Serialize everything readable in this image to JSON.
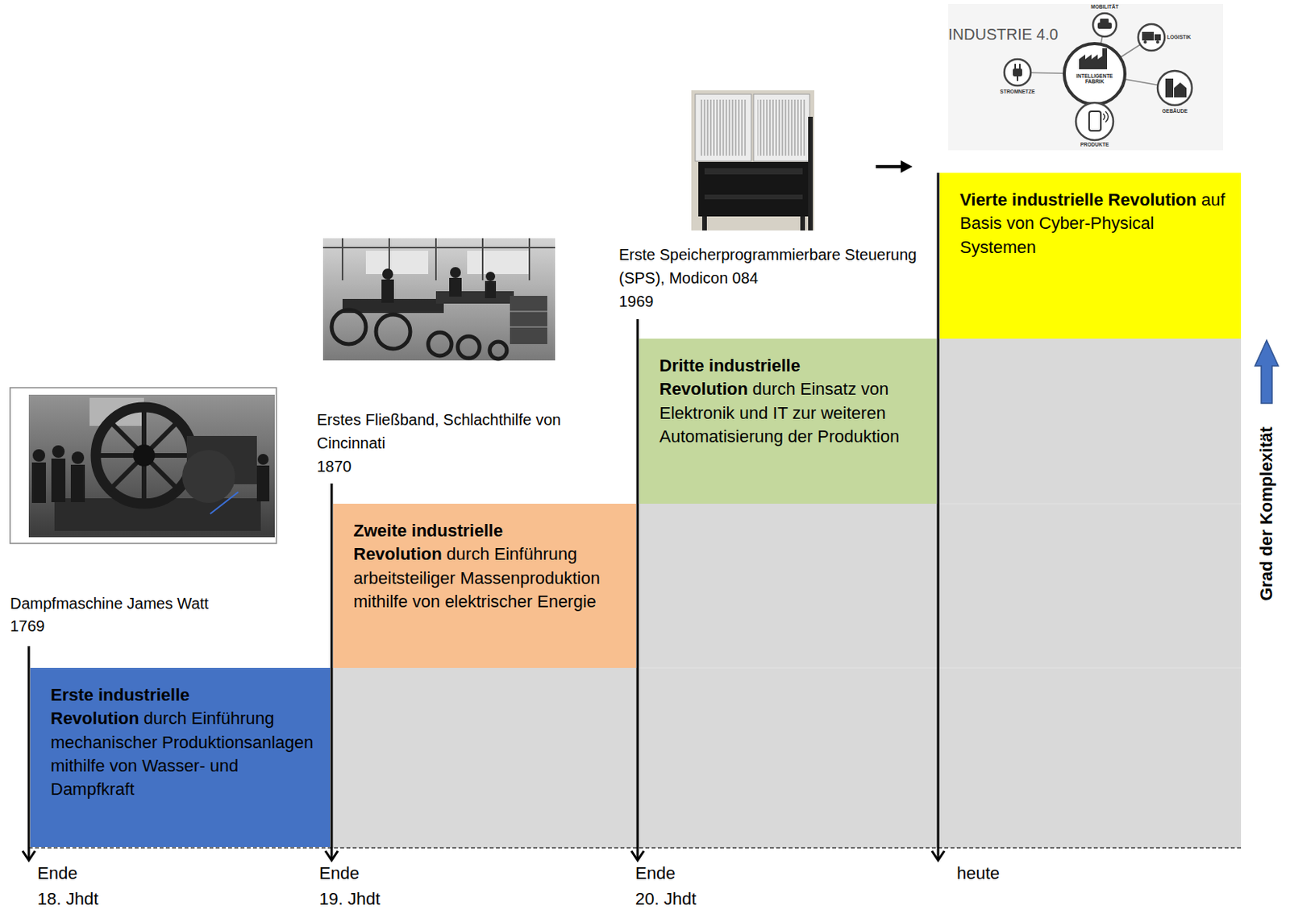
{
  "diagram": {
    "nodes": [
      {
        "text": [
          "Erste industrielle Revolution",
          "durch Einführung mechanischer Produktionsanlagen mithilfe von Wasser- und Dampfkraft"
        ]
      },
      {
        "text": [
          "Zweite industrielle Revolution",
          "durch Einführung arbeitsteiliger Massenproduktion mithilfe von elektrischer Energie"
        ]
      },
      {
        "text": [
          "Dritte industrielle Revolution",
          "durch Einsatz von Elektronik und IT zur weiteren Automatisierung der Produktion"
        ]
      },
      {
        "text": [
          "Vierte industrielle Revolution",
          "auf Basis von Cyber-Physical Systemen"
        ]
      }
    ],
    "labels": [
      "INDUSTRIE 4.0",
      "MOBILITÄT",
      "LOGISTIK",
      "STROMNETZE",
      "INTELLIGENTE FABRIK",
      "GEBÄUDE",
      "PRODUKTE",
      "Erste Speicherprogrammierbare Steuerung (SPS), Modicon 084",
      "1969",
      "Erstes Fließband, Schlachthilfe von Cincinnati",
      "1870",
      "Dampfmaschine James Watt",
      "1769",
      "Grad der Komplexität",
      "Ende",
      "18. Jhdt",
      "Ende",
      "19. Jhdt",
      "Ende",
      "20. Jhdt",
      "heute"
    ]
  }
}
